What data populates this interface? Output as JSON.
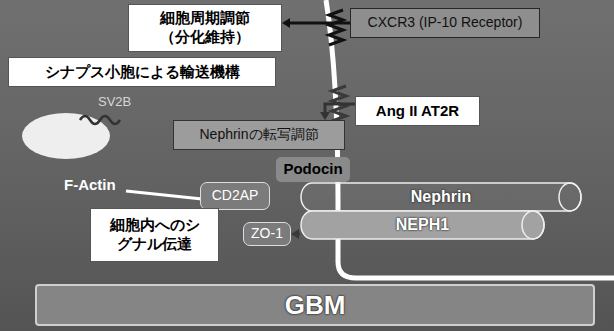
{
  "diagram": {
    "nodes": [
      {
        "text": [
          "細胞周期調節 （分化維持）"
        ]
      },
      {
        "text": [
          "CXCR3 (IP-10 Receptor)"
        ]
      },
      {
        "text": [
          "シナプス小胞による輸送機構"
        ]
      },
      {
        "text": [
          "Ang II AT2R"
        ]
      },
      {
        "text": [
          "Nephrinの転写調節"
        ]
      },
      {
        "text": [
          "Podocin"
        ]
      },
      {
        "text": [
          "CD2AP"
        ]
      },
      {
        "text": [
          "Nephrin"
        ]
      },
      {
        "text": [
          "NEPH1"
        ]
      },
      {
        "text": [
          "ZO-1"
        ]
      },
      {
        "text": [
          "細胞内へのシ グナル伝達"
        ]
      },
      {
        "text": [
          "GBM"
        ]
      }
    ],
    "edges": [
      {
        "from": 1,
        "to": 0,
        "arrow": "to"
      },
      {
        "from": 3,
        "to": 4,
        "arrow": "to"
      },
      {
        "from": 8,
        "to": 9,
        "arrow": "to"
      }
    ],
    "labels": [
      "SV2B",
      "F-Actin"
    ]
  }
}
